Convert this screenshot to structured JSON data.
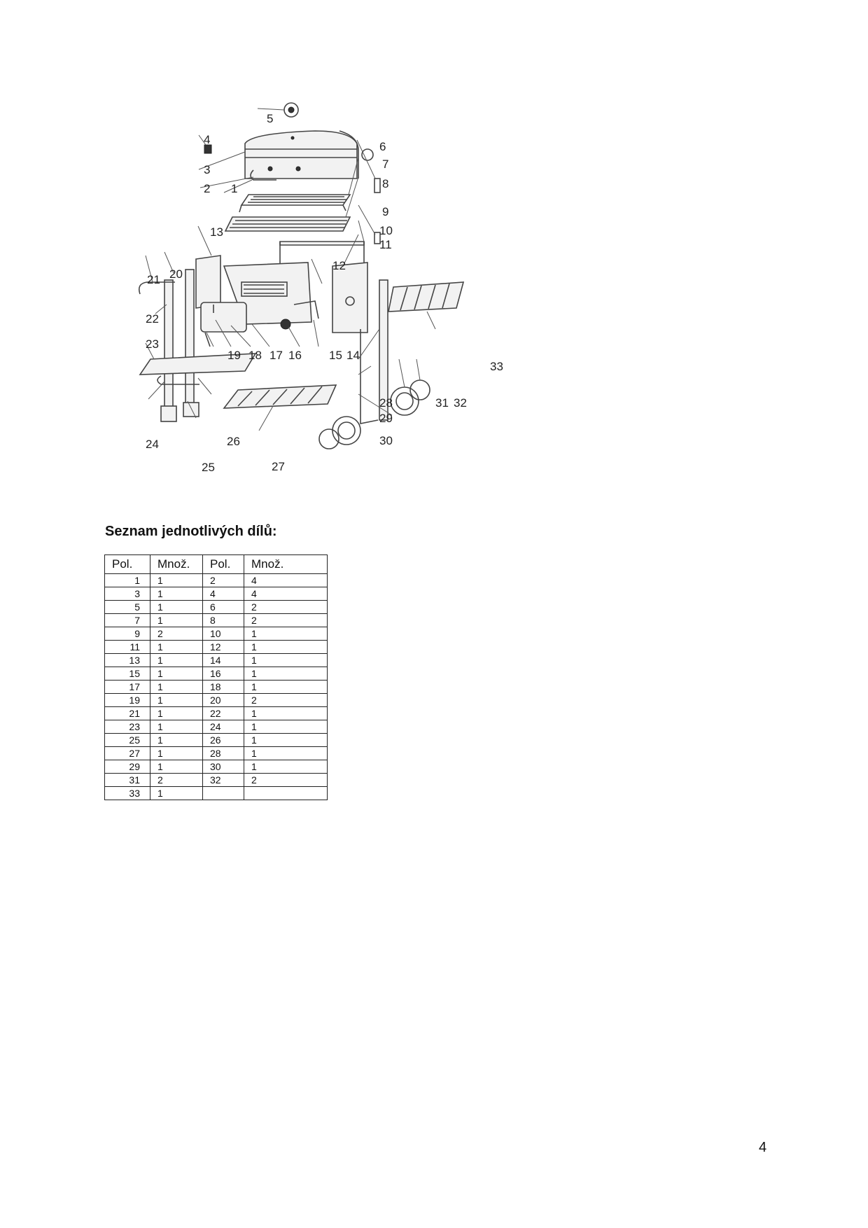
{
  "diagram": {
    "labels": [
      "1",
      "2",
      "3",
      "4",
      "5",
      "6",
      "7",
      "8",
      "9",
      "10",
      "11",
      "12",
      "13",
      "14",
      "15",
      "16",
      "17",
      "18",
      "19",
      "20",
      "21",
      "22",
      "23",
      "24",
      "25",
      "26",
      "27",
      "28",
      "29",
      "30",
      "31",
      "32",
      "33"
    ]
  },
  "parts_list": {
    "heading": "Seznam jednotlivých  dílů:",
    "headers": [
      "Pol.",
      "Množ.",
      "Pol.",
      "Množ."
    ],
    "rows": [
      [
        "1",
        "1",
        "2",
        "4"
      ],
      [
        "3",
        "1",
        "4",
        "4"
      ],
      [
        "5",
        "1",
        "6",
        "2"
      ],
      [
        "7",
        "1",
        "8",
        "2"
      ],
      [
        "9",
        "2",
        "10",
        "1"
      ],
      [
        "11",
        "1",
        "12",
        "1"
      ],
      [
        "13",
        "1",
        "14",
        "1"
      ],
      [
        "15",
        "1",
        "16",
        "1"
      ],
      [
        "17",
        "1",
        "18",
        "1"
      ],
      [
        "19",
        "1",
        "20",
        "2"
      ],
      [
        "21",
        "1",
        "22",
        "1"
      ],
      [
        "23",
        "1",
        "24",
        "1"
      ],
      [
        "25",
        "1",
        "26",
        "1"
      ],
      [
        "27",
        "1",
        "28",
        "1"
      ],
      [
        "29",
        "1",
        "30",
        "1"
      ],
      [
        "31",
        "2",
        "32",
        "2"
      ],
      [
        "33",
        "1",
        "",
        ""
      ]
    ]
  },
  "page_number": "4"
}
